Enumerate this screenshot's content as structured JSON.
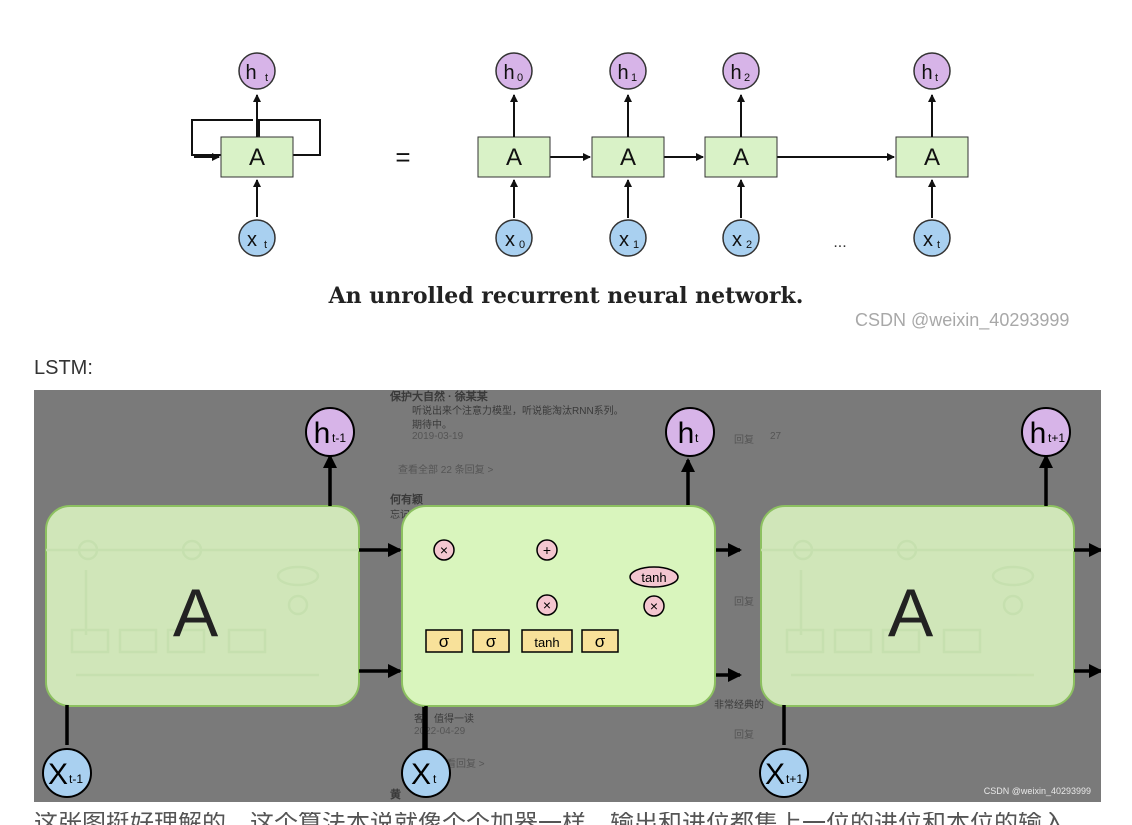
{
  "rnn": {
    "folded": {
      "output": "h",
      "output_sub": "t",
      "cell": "A",
      "input": "x",
      "input_sub": "t"
    },
    "equals": "=",
    "unrolled": [
      {
        "output": "h",
        "output_sub": "0",
        "cell": "A",
        "input": "x",
        "input_sub": "0"
      },
      {
        "output": "h",
        "output_sub": "1",
        "cell": "A",
        "input": "x",
        "input_sub": "1"
      },
      {
        "output": "h",
        "output_sub": "2",
        "cell": "A",
        "input": "x",
        "input_sub": "2"
      },
      {
        "output": "h",
        "output_sub": "t",
        "cell": "A",
        "input": "x",
        "input_sub": "t"
      }
    ],
    "ellipsis": "...",
    "caption": "An unrolled recurrent neural network.",
    "watermark": "CSDN @weixin_40293999"
  },
  "section_label": "LSTM:",
  "lstm": {
    "cells": [
      {
        "label": "A",
        "output": "h",
        "output_sub": "t-1",
        "input": "X",
        "input_sub": "t-1"
      },
      {
        "label": "",
        "output": "h",
        "output_sub": "t",
        "input": "X",
        "input_sub": "t"
      },
      {
        "label": "A",
        "output": "h",
        "output_sub": "t+1",
        "input": "X",
        "input_sub": "t+1"
      }
    ],
    "ops": {
      "multiply": "×",
      "add": "+",
      "tanh": "tanh"
    },
    "gates": [
      "σ",
      "σ",
      "tanh",
      "σ"
    ],
    "watermark": "CSDN @weixin_40293999",
    "overlay": {
      "name1": "保护大自然 · 徐某某",
      "comment1": "听说出来个注意力模型，听说能淘汰RNN系列。",
      "comment1b": "期待中。",
      "date1": "2019-03-19",
      "view_all": "查看全部 22 条回复 >",
      "reply": "回复",
      "likes": "27",
      "name2": "何有颖",
      "name2_text": "忘记",
      "comment2": "非常经典的",
      "comment2b": "客，值得一读",
      "date2": "2022-04-29",
      "view_reply": "查看回复 >",
      "name3": "黄"
    }
  },
  "bottom_text": "这张图挺好理解的，这个算法本说就像个个加器一样，输出和进位都集上一位的进位和本位的输入"
}
